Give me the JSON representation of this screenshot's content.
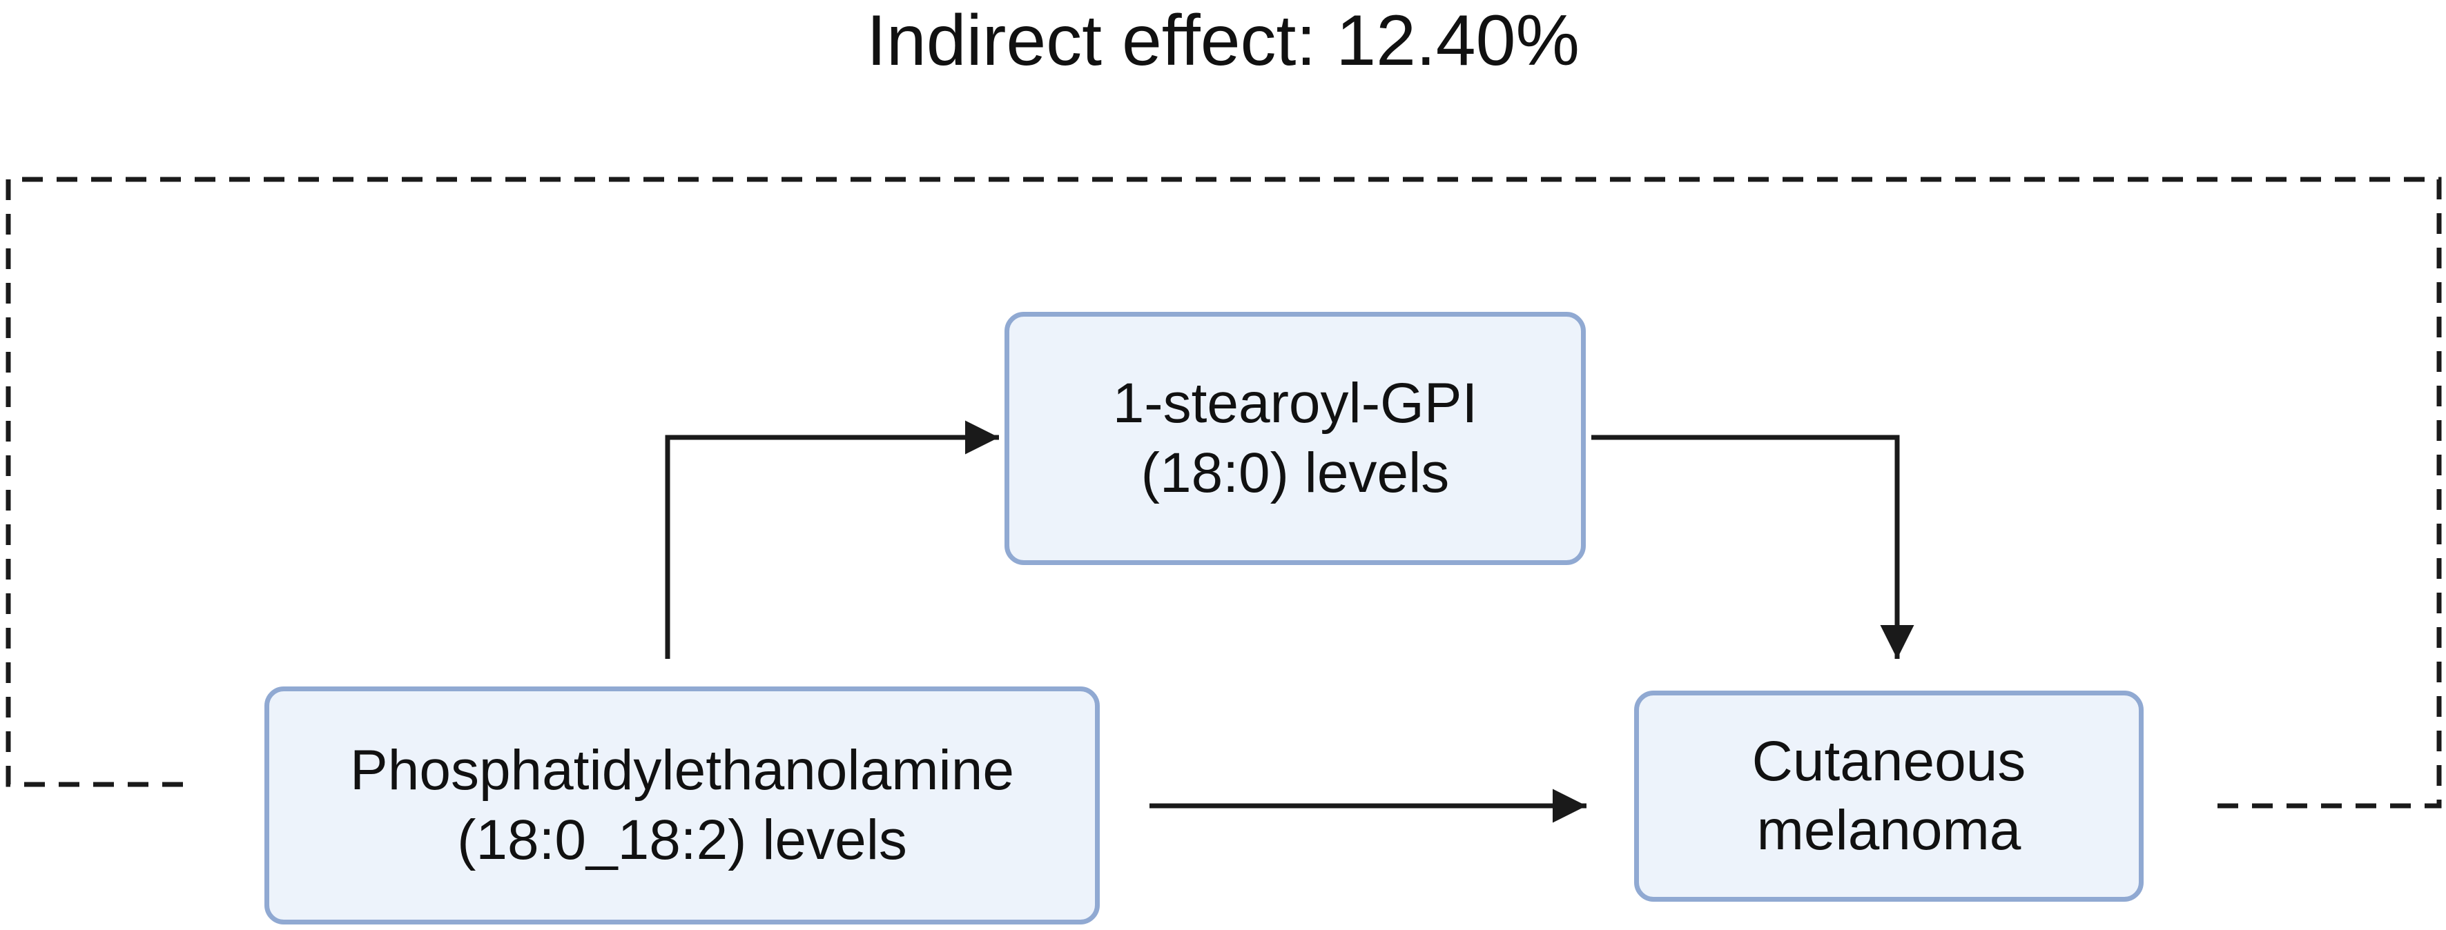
{
  "diagram": {
    "title": "Indirect effect: 12.40%",
    "nodes": {
      "mediator": {
        "line1": "1-stearoyl-GPI",
        "line2": "(18:0) levels"
      },
      "exposure": {
        "line1": "Phosphatidylethanolamine",
        "line2": "(18:0_18:2) levels"
      },
      "outcome": {
        "line1": "Cutaneous",
        "line2": "melanoma"
      }
    },
    "colors": {
      "box_fill": "#edf3fb",
      "box_border": "#90a9d2",
      "arrow": "#1a1a1a",
      "dashed_line": "#1a1a1a",
      "text": "#111111"
    }
  }
}
